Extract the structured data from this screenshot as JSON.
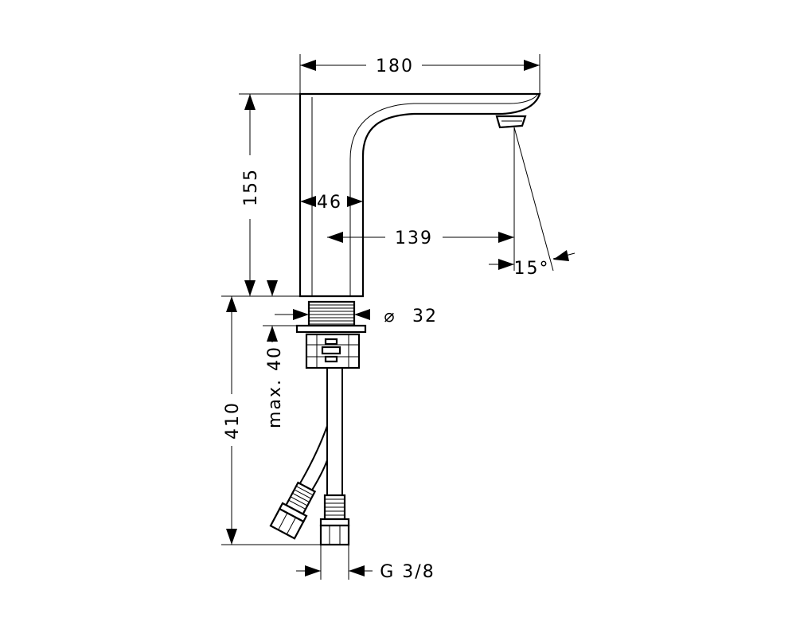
{
  "dimensions": {
    "width_total": "180",
    "height_spout": "155",
    "body_width": "46",
    "projection": "139",
    "angle": "15°",
    "bore_diameter_symbol": "⌀",
    "bore_diameter": "32",
    "deck_thickness": "max. 40",
    "hose_length": "410",
    "connection": "G 3/8"
  }
}
